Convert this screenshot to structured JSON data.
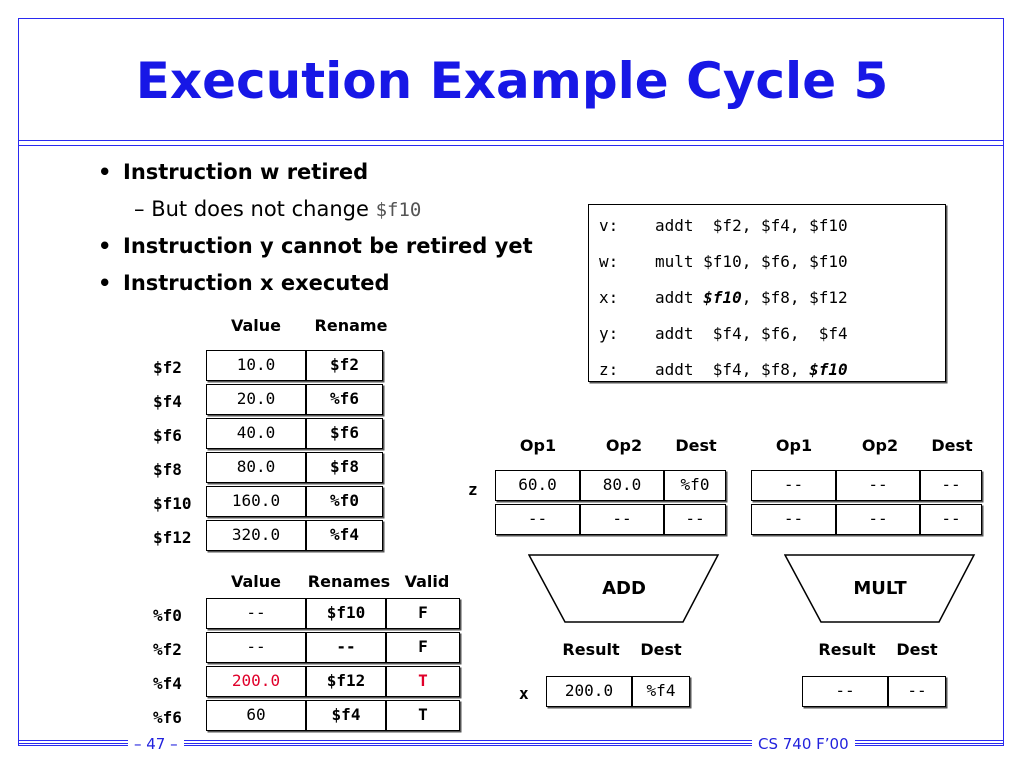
{
  "slide": {
    "title": "Execution Example Cycle 5",
    "page": "– 47 –",
    "course": "CS 740 F’00"
  },
  "bullets": {
    "b1": "Instruction w retired",
    "b1_sub_text": "But does not change ",
    "b1_sub_reg": "$f10",
    "b2": "Instruction y cannot be retired yet",
    "b3": "Instruction x executed"
  },
  "code": {
    "v_label": "v:",
    "v_text": "addt  $f2, $f4, $f10",
    "w_label": "w:",
    "w_text": "mult $f10, $f6, $f10",
    "x_label": "x:",
    "x_pre": "addt ",
    "x_em": "$f10",
    "x_post": ", $f8, $f12",
    "y_label": "y:",
    "y_text": "addt  $f4, $f6,  $f4",
    "z_label": "z:",
    "z_pre": "addt  $f4, $f8, ",
    "z_em": "$f10"
  },
  "regfile": {
    "hdr_value": "Value",
    "hdr_rename": "Rename",
    "rows": [
      {
        "reg": "$f2",
        "value": "10.0",
        "rename": "$f2"
      },
      {
        "reg": "$f4",
        "value": "20.0",
        "rename": "%f6"
      },
      {
        "reg": "$f6",
        "value": "40.0",
        "rename": "$f6"
      },
      {
        "reg": "$f8",
        "value": "80.0",
        "rename": "$f8"
      },
      {
        "reg": "$f10",
        "value": "160.0",
        "rename": "%f0"
      },
      {
        "reg": "$f12",
        "value": "320.0",
        "rename": "%f4"
      }
    ]
  },
  "renamefile": {
    "hdr_value": "Value",
    "hdr_renames": "Renames",
    "hdr_valid": "Valid",
    "rows": [
      {
        "reg": "%f0",
        "value": "--",
        "renames": "$f10",
        "valid": "F"
      },
      {
        "reg": "%f2",
        "value": "--",
        "renames": "--",
        "valid": "F"
      },
      {
        "reg": "%f4",
        "value": "200.0",
        "renames": "$f12",
        "valid": "T"
      },
      {
        "reg": "%f6",
        "value": "60",
        "renames": "$f4",
        "valid": "T"
      }
    ],
    "highlight_color": "#e0002a"
  },
  "add_unit": {
    "hdr_op1": "Op1",
    "hdr_op2": "Op2",
    "hdr_dest": "Dest",
    "row_label": "z",
    "row1": {
      "op1": "60.0",
      "op2": "80.0",
      "dest": "%f0"
    },
    "row2": {
      "op1": "--",
      "op2": "--",
      "dest": "--"
    },
    "name": "ADD",
    "hdr_result": "Result",
    "hdr_rdest": "Dest",
    "result_label": "x",
    "result": "200.0",
    "result_dest": "%f4"
  },
  "mult_unit": {
    "hdr_op1": "Op1",
    "hdr_op2": "Op2",
    "hdr_dest": "Dest",
    "row1": {
      "op1": "--",
      "op2": "--",
      "dest": "--"
    },
    "row2": {
      "op1": "--",
      "op2": "--",
      "dest": "--"
    },
    "name": "MULT",
    "hdr_result": "Result",
    "hdr_rdest": "Dest",
    "result": "--",
    "result_dest": "--"
  }
}
